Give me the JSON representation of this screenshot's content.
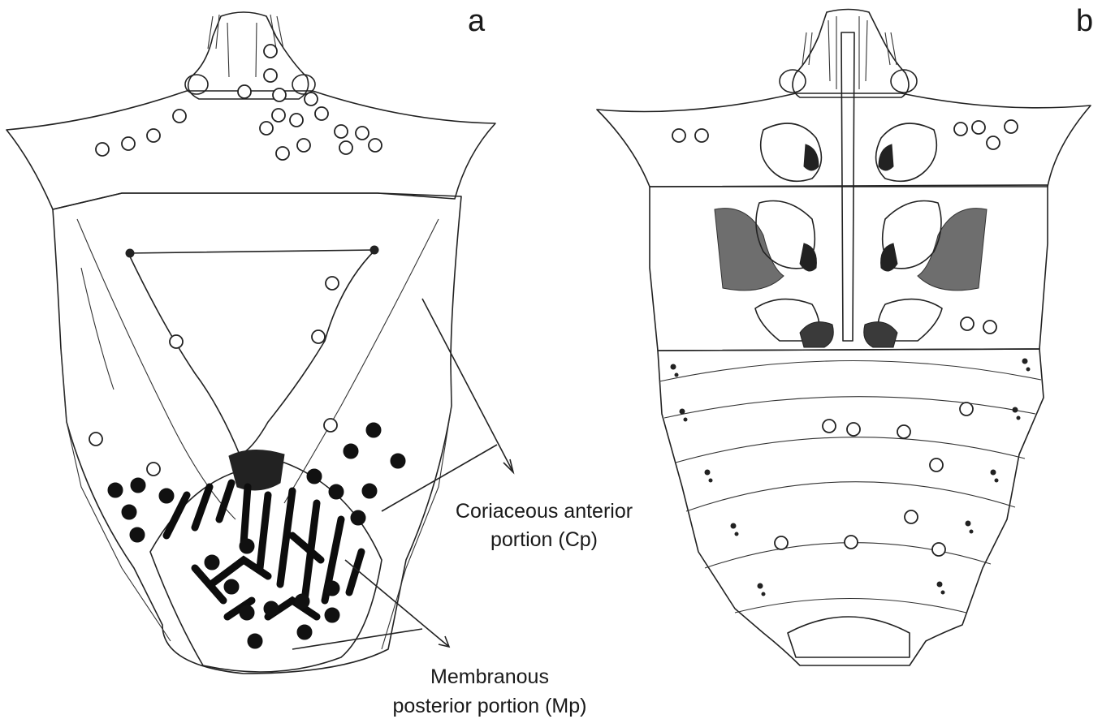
{
  "figure": {
    "panel_a_label": "a",
    "panel_b_label": "b",
    "annotations": {
      "coriaceous_line1": "Coriaceous anterior",
      "coriaceous_line2": "portion (Cp)",
      "membranous_line1": "Membranous",
      "membranous_line2": "posterior portion (Mp)"
    },
    "colors": {
      "outline": "#222222",
      "dark_fill": "#111111",
      "grey_fill": "#6e6e6e",
      "background": "#ffffff"
    }
  }
}
